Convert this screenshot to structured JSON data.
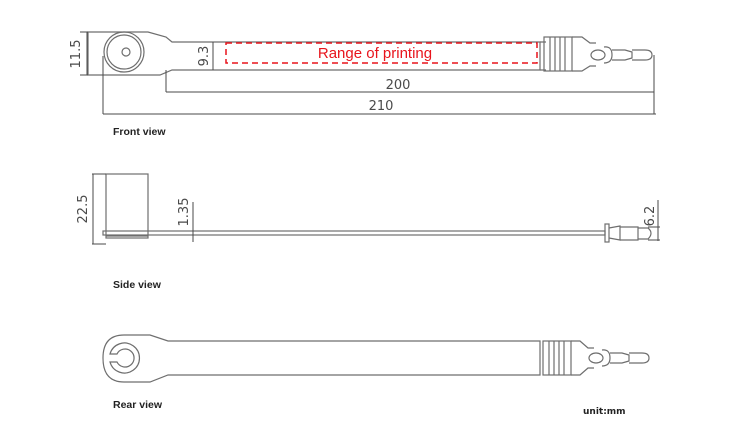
{
  "drawing": {
    "unit_label": "unit:mm",
    "accent_color": "#e8141c",
    "line_color": "#6e6e6e"
  },
  "front_view": {
    "label": "Front view",
    "print_area_label": "Range of printing",
    "dims": {
      "head_height": "11.5",
      "strap_width": "9.3",
      "strap_length": "200",
      "total_length": "210"
    }
  },
  "side_view": {
    "label": "Side view",
    "dims": {
      "head_thickness": "22.5",
      "strap_thickness": "1.35",
      "tip_height": "6.2"
    }
  },
  "rear_view": {
    "label": "Rear view"
  }
}
